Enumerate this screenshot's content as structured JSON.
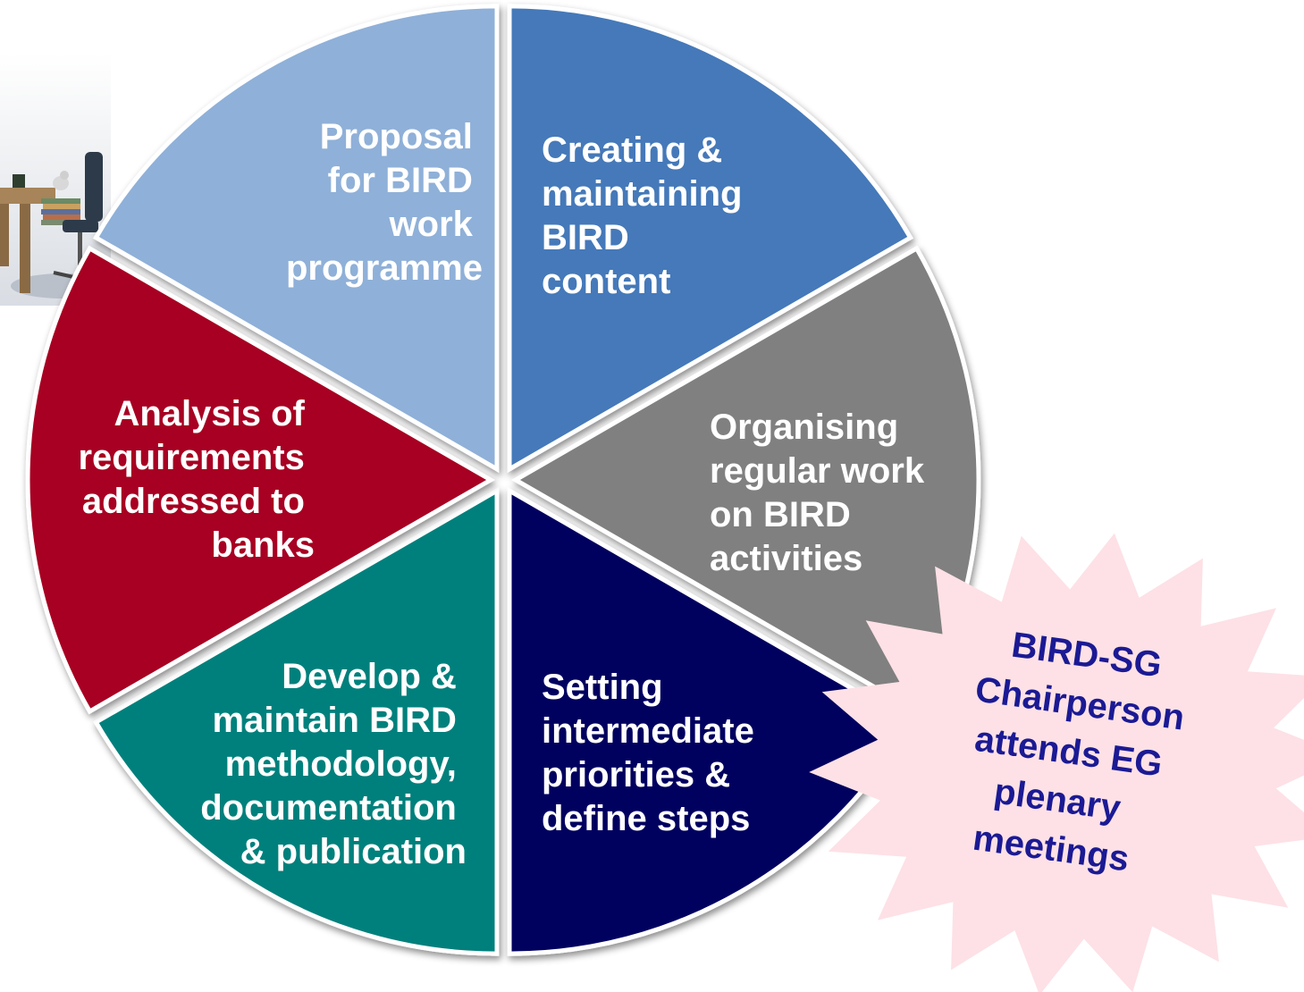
{
  "segments": [
    {
      "id": "proposal",
      "lines": [
        "Proposal",
        "for  BIRD",
        "work",
        "programme"
      ],
      "color": "#4479b9",
      "text_color": "#ffffff"
    },
    {
      "id": "creating",
      "lines": [
        "Creating &",
        "maintaining",
        "BIRD",
        "content"
      ],
      "color": "#808080",
      "text_color": "#ffffff"
    },
    {
      "id": "organising",
      "lines": [
        "Organising",
        "regular work",
        "on BIRD",
        "activities"
      ],
      "color": "#06055e",
      "text_color": "#ffffff"
    },
    {
      "id": "setting",
      "lines": [
        "Setting",
        "intermediate",
        "priorities &",
        "define steps"
      ],
      "color": "#05807c",
      "text_color": "#ffffff"
    },
    {
      "id": "develop",
      "lines": [
        "Develop &",
        "maintain BIRD",
        "methodology,",
        "documentation",
        "& publication"
      ],
      "color": "#a70023",
      "text_color": "#ffffff"
    },
    {
      "id": "analysis",
      "lines": [
        "Analysis of",
        "requirements",
        "addressed to",
        "banks"
      ],
      "color": "#8fb0d8",
      "text_color": "#ffffff"
    }
  ],
  "starburst": {
    "lines": [
      "BIRD-SG",
      "Chairperson",
      "attends EG",
      "plenary",
      "meetings"
    ],
    "fill": "#fde1e6",
    "text_color": "#1b1a94"
  },
  "illustration": {
    "icon": "office-desk-icon"
  }
}
